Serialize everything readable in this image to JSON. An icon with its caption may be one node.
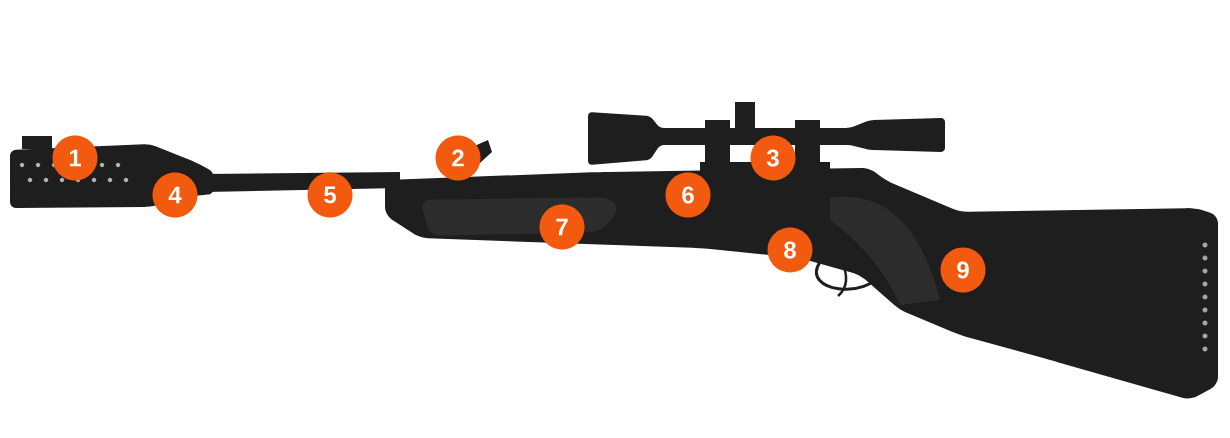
{
  "diagram": {
    "labels": [
      "1",
      "2",
      "3",
      "4",
      "5",
      "6",
      "7",
      "8",
      "9"
    ]
  }
}
